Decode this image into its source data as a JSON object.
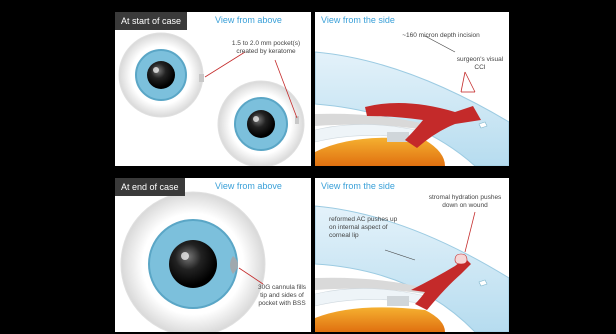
{
  "top_left": {
    "tag": "At start of case",
    "view": "View from above",
    "note": "1.5 to 2.0 mm pocket(s) created by keratome"
  },
  "top_right": {
    "view": "View from the side",
    "note_depth": "~160 micron depth incision",
    "note_surgeon": "surgeon's visual CCI"
  },
  "bottom_left": {
    "tag": "At end of case",
    "view": "View from above",
    "note": "30G cannula fills tip and sides of pocket with BSS"
  },
  "bottom_right": {
    "view": "View from the side",
    "note_stromal": "stromal hydration pushes down on wound",
    "note_ac": "reformed AC pushes up on internal aspect of corneal lip"
  },
  "colors": {
    "tag_bg": "#3a3a3a",
    "accent": "#3aa0d8",
    "iris": "#7cc0dc",
    "instrument": "#c42a2a",
    "lens": "#f0a020"
  }
}
